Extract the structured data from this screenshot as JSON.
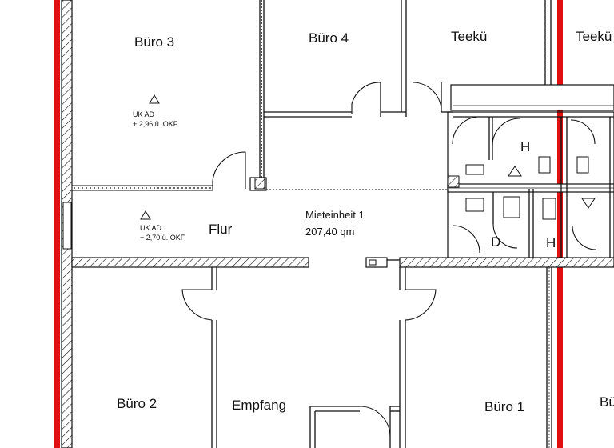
{
  "plan": {
    "rooms": {
      "buero3": "Büro 3",
      "buero4": "Büro 4",
      "teekue1": "Teekü",
      "teekue2": "Teekü",
      "flur": "Flur",
      "buero2": "Büro 2",
      "empfang": "Empfang",
      "buero1": "Büro 1",
      "buero_partial": "Bü",
      "wc_h1": "H",
      "wc_d": "D",
      "wc_h2": "H"
    },
    "unit": {
      "name": "Mieteinheit 1",
      "area": "207,40 qm"
    },
    "levels": {
      "upper": {
        "line1": "UK AD",
        "line2": "+ 2,96 ü. OKF"
      },
      "lower": {
        "line1": "UK AD",
        "line2": "+ 2,70 ü. OKF"
      }
    },
    "colors": {
      "boundary": "#e01010",
      "walls": "#111111"
    }
  }
}
